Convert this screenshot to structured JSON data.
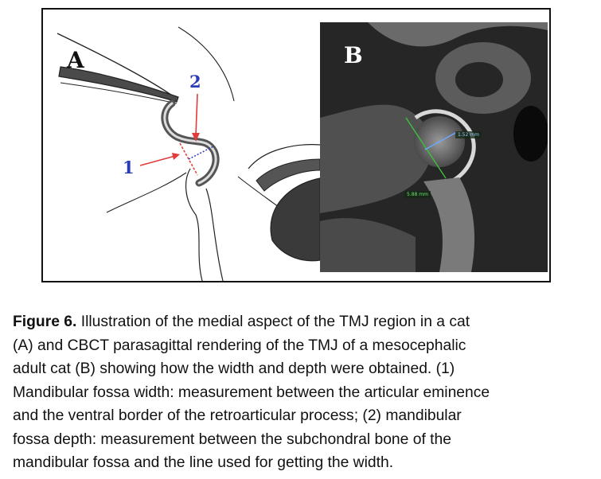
{
  "figure": {
    "panel_a": {
      "label": "A",
      "markers": {
        "one": "1",
        "two": "2"
      }
    },
    "panel_b": {
      "label": "B",
      "measurements": {
        "width": "5.88 mm",
        "depth": "1.52 mm"
      }
    },
    "colors": {
      "marker_text": "#2a3bb5",
      "arrow": "#e23b3b",
      "width_line": "#3cc23c",
      "depth_line": "#6aa7ff"
    }
  },
  "caption": {
    "label": "Figure 6.",
    "lines": [
      " Illustration of the medial aspect of the TMJ region in a cat",
      "(A) and CBCT parasagittal rendering of the TMJ of a mesocephalic",
      "adult cat (B) showing how the width and depth were obtained. (1)",
      "Mandibular fossa width: measurement between the articular eminence",
      "and the ventral border of the retroarticular process; (2) mandibular",
      "fossa depth: measurement between the subchondral bone of the",
      "mandibular fossa and the line used for getting the width."
    ]
  }
}
